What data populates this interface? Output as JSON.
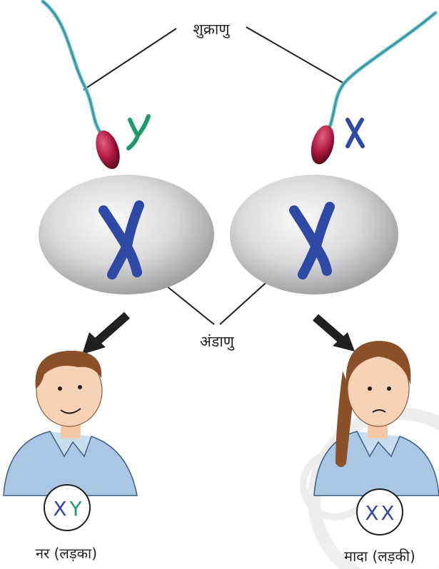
{
  "labels": {
    "sperm": "शुक्राणु",
    "egg": "अंडाणु",
    "male": "नर (लड़का)",
    "female": "मादा (लड़की)"
  },
  "chromosomes": {
    "sperm_left": "Y",
    "sperm_right": "X",
    "egg_left": "X",
    "egg_right": "X",
    "male": [
      "X",
      "Y"
    ],
    "female": [
      "X",
      "X"
    ]
  },
  "colors": {
    "x_chromosome": "#2e4aa6",
    "y_chromosome": "#1f9a6b",
    "sperm_head": "#b0183f",
    "sperm_tail": "#5ab9c6",
    "egg": "#c9c9cc",
    "shirt": "#a9c7e4",
    "watermark": "#e6e6e6"
  },
  "icons": [
    "sperm-icon",
    "egg-cell-icon",
    "arrow-down-icon",
    "boy-icon",
    "girl-icon",
    "chromosome-x-icon",
    "chromosome-y-icon"
  ]
}
